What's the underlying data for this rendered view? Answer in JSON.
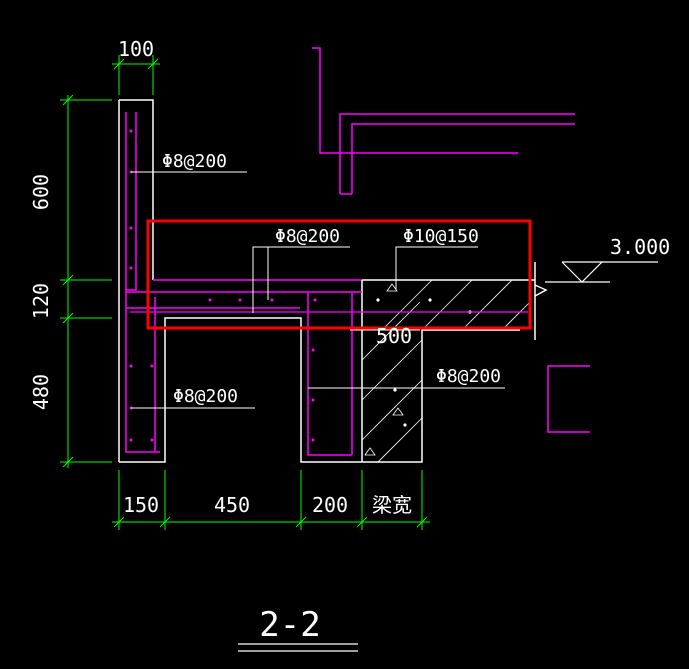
{
  "drawing": {
    "title": "2-2",
    "elevation": "3.000"
  },
  "dimensions": {
    "top_width": "100",
    "vertical": [
      "600",
      "120",
      "480"
    ],
    "bottom": [
      "150",
      "450",
      "200",
      "梁宽"
    ],
    "slab_support": "500"
  },
  "rebar_labels": {
    "upper_wall": "Φ8@200",
    "slab_left": "Φ8@200",
    "slab_right": "Φ10@150",
    "lower_wall": "Φ8@200",
    "beam_side": "Φ8@200"
  },
  "colors": {
    "background": "#000000",
    "outline": "#ffffff",
    "dimension": "#00ff00",
    "rebar": "#ff00ff",
    "highlight": "#ff0000",
    "hatch": "#ffffff"
  }
}
